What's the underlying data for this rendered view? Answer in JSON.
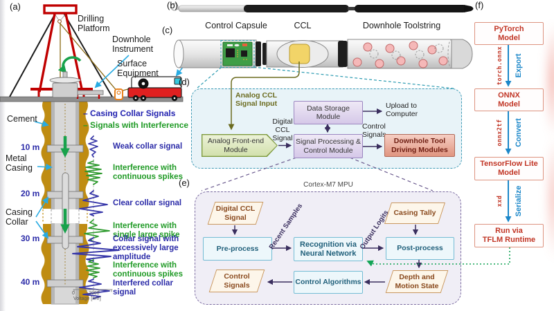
{
  "panel_a": {
    "tag": "(a)",
    "drilling_platform": "Drilling\nPlatform",
    "downhole_instrument": "Downhole\nInstrument",
    "surface_equipment": "Surface\nEquipment",
    "cement": "Cement",
    "metal_casing": "Metal\nCasing",
    "casing_collar": "Casing\nCollar",
    "depths": [
      "10 m",
      "20 m",
      "30 m",
      "40 m"
    ],
    "legend": [
      {
        "label": "– Casing Collar Signals",
        "color": "#2222b0"
      },
      {
        "label": "– Signals with Interference",
        "color": "#1f9a25"
      }
    ],
    "signals": [
      {
        "label": "Weak collar signal",
        "type": "collar"
      },
      {
        "label": "Interference with\ncontinuous spikes",
        "type": "interference"
      },
      {
        "label": "Clear collar signal",
        "type": "collar"
      },
      {
        "label": "Interference with\nsingle large spike",
        "type": "interference"
      },
      {
        "label": "Collar signal with\nexcessively large\namplitude",
        "type": "collar"
      },
      {
        "label": "Interference with\ncontinuous spikes",
        "type": "interference"
      },
      {
        "label": "Interfered collar\nsignal",
        "type": "collar"
      }
    ],
    "axis": {
      "tick_min": "0",
      "tick_max": "2000",
      "label": "Voltage [mV]"
    }
  },
  "panel_b": {
    "tag": "(b)"
  },
  "panel_c": {
    "tag": "(c)",
    "control_capsule": "Control Capsule",
    "ccl": "CCL",
    "downhole_toolstring": "Downhole Toolstring"
  },
  "panel_d": {
    "tag": "(d)",
    "analog_input": "Analog CCL\nSignal Input",
    "afe": "Analog Front-end\nModule",
    "data_storage": "Data Storage\nModule",
    "digital_ccl": "Digital\nCCL\nSignal",
    "spcm": "Signal Processing &\nControl Module",
    "upload": "Upload to\nComputer",
    "control_signals": "Control\nSignals",
    "dtdm": "Downhole Tool\nDriving Modules"
  },
  "panel_e": {
    "tag": "(e)",
    "title": "Cortex-M7 MPU",
    "digital_ccl": "Digital CCL\nSignal",
    "pre_process": "Pre-process",
    "recent_samples": "Recent Samples",
    "recognition": "Recognition via\nNeural Network",
    "output_logits": "Output Logits",
    "casing_tally": "Casing Tally",
    "post_process": "Post-process",
    "depth_motion": "Depth and\nMotion State",
    "control_algorithms": "Control Algorithms",
    "control_signals": "Control\nSignals"
  },
  "panel_f": {
    "tag": "(f)",
    "boxes": [
      {
        "label": "PyTorch\nModel"
      },
      {
        "label": "ONNX\nModel"
      },
      {
        "label": "TensorFlow Lite\nModel"
      },
      {
        "label": "Run via\nTFLM Runtime"
      }
    ],
    "steps": [
      {
        "tool": "torch.onnx",
        "action": "Export"
      },
      {
        "tool": "onnx2tf",
        "action": "Convert"
      },
      {
        "tool": "xxd",
        "action": "Serialize"
      }
    ]
  }
}
